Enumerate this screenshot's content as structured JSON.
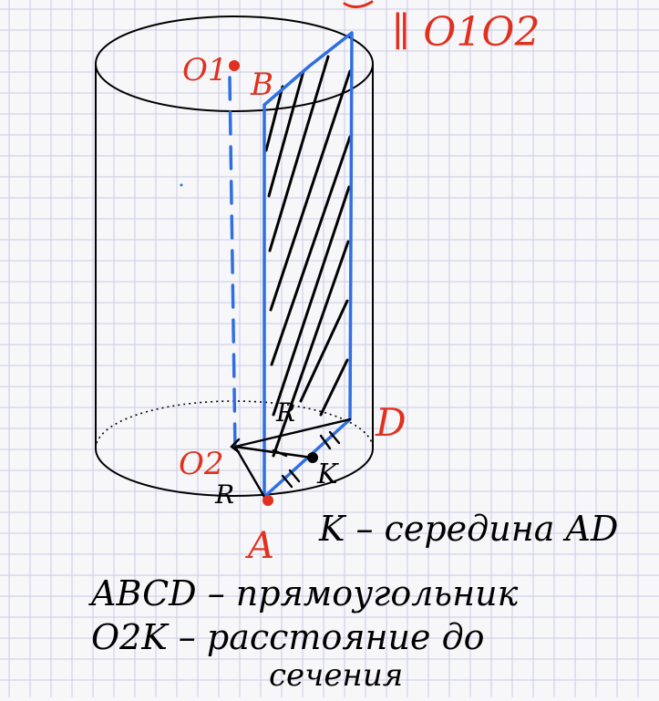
{
  "colors": {
    "background": "#f7f7fa",
    "grid": "#c9cbe3",
    "ink": "#000000",
    "blue": "#2f6fe4",
    "red": "#e0311f"
  },
  "labels": {
    "o1": "O1",
    "b": "B",
    "o2": "O2",
    "a": "A",
    "d": "D",
    "k": "K",
    "r_top": "R",
    "r_left": "R",
    "parallel_text": "∥ O1O2"
  },
  "notes": {
    "line1": "K – середина AD",
    "line2": "ABCD – прямоугольник",
    "line3": "O2K – расстояние до",
    "line4": "сечения"
  }
}
